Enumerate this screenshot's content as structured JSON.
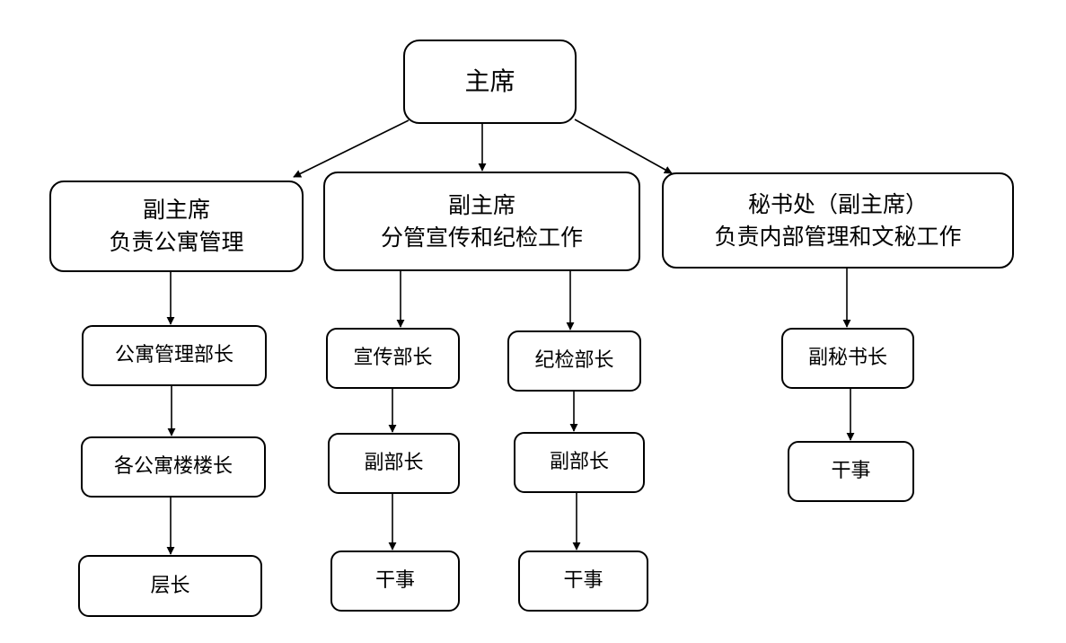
{
  "nodes": {
    "chairman": "主席",
    "vp_apartment": [
      "副主席",
      "负责公寓管理"
    ],
    "vp_publicity": [
      "副主席",
      "分管宣传和纪检工作"
    ],
    "secretariat": [
      "秘书处（副主席）",
      "负责内部管理和文秘工作"
    ],
    "apartment_minister": "公寓管理部长",
    "building_heads": "各公寓楼楼长",
    "floor_head": "层长",
    "publicity_minister": "宣传部长",
    "publicity_deputy": "副部长",
    "publicity_staff": "干事",
    "discipline_minister": "纪检部长",
    "discipline_deputy": "副部长",
    "discipline_staff": "干事",
    "deputy_secretary": "副秘书长",
    "secretary_staff": "干事"
  },
  "edges": [
    [
      "chairman",
      "vp_apartment"
    ],
    [
      "chairman",
      "vp_publicity"
    ],
    [
      "chairman",
      "secretariat"
    ],
    [
      "vp_apartment",
      "apartment_minister"
    ],
    [
      "apartment_minister",
      "building_heads"
    ],
    [
      "building_heads",
      "floor_head"
    ],
    [
      "vp_publicity",
      "publicity_minister"
    ],
    [
      "publicity_minister",
      "publicity_deputy"
    ],
    [
      "publicity_deputy",
      "publicity_staff"
    ],
    [
      "vp_publicity",
      "discipline_minister"
    ],
    [
      "discipline_minister",
      "discipline_deputy"
    ],
    [
      "discipline_deputy",
      "discipline_staff"
    ],
    [
      "secretariat",
      "deputy_secretary"
    ],
    [
      "deputy_secretary",
      "secretary_staff"
    ]
  ]
}
